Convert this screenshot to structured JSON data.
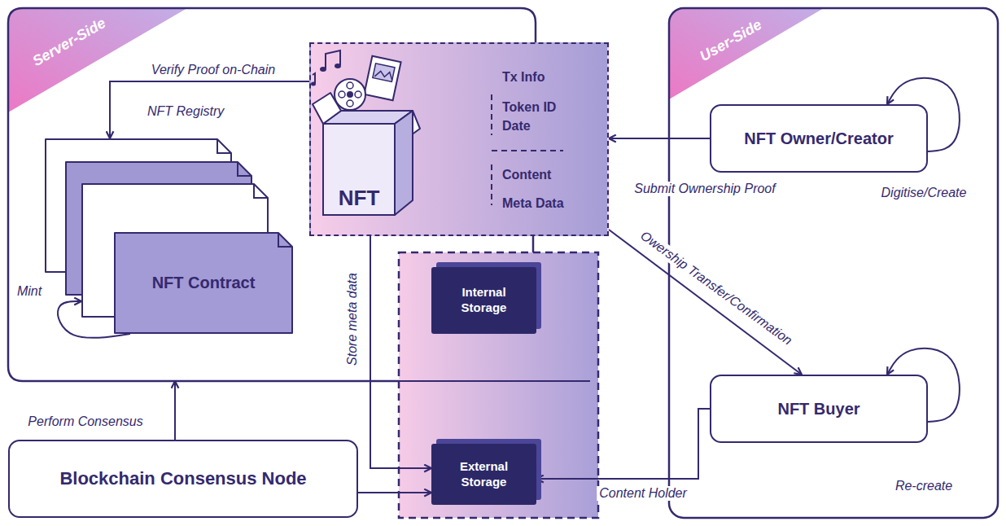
{
  "diagram": {
    "nodes": [
      {
        "text": [
          "Server-Side"
        ]
      },
      {
        "text": [
          "NFT",
          "Tx Info",
          "Token ID",
          "Date",
          "Content",
          "Meta Data"
        ]
      },
      {
        "text": [
          "NFT Contract"
        ],
        "in": 0
      },
      {
        "text": [
          "User-Side"
        ]
      },
      {
        "text": [
          "NFT Owner/Creator"
        ],
        "in": 3
      },
      {
        "text": [
          "Internal Storage"
        ]
      },
      {
        "text": [
          "External Storage"
        ]
      },
      {
        "text": [
          "NFT Buyer"
        ],
        "in": 3
      },
      {
        "text": [
          "Blockchain Consensus Node"
        ]
      }
    ],
    "edges": [
      {
        "from": 1,
        "to": 2,
        "label": "Verify Proof on-Chain",
        "arrow": "to"
      },
      {
        "from": 2,
        "to": 2,
        "label": "Mint",
        "arrow": "to"
      },
      {
        "from": 4,
        "to": 1,
        "label": "Submit Ownership Proof",
        "arrow": "to"
      },
      {
        "from": 4,
        "to": 4,
        "label": "Digitise/Create",
        "arrow": "to"
      },
      {
        "from": 1,
        "to": 7,
        "label": "Owership Transfer/Confirmation",
        "arrow": "to"
      },
      {
        "from": 7,
        "to": 7,
        "label": "Re-create",
        "arrow": "to"
      },
      {
        "from": 1,
        "to": 6,
        "label": "Store meta data",
        "arrow": "to"
      },
      {
        "from": 7,
        "to": 6,
        "label": "Content Holder",
        "arrow": "to"
      },
      {
        "from": 8,
        "to": 6,
        "arrow": "to"
      },
      {
        "from": 8,
        "to": 0,
        "label": "Perform Consensus",
        "arrow": "to"
      }
    ],
    "labels": [
      "NFT Registry"
    ]
  }
}
